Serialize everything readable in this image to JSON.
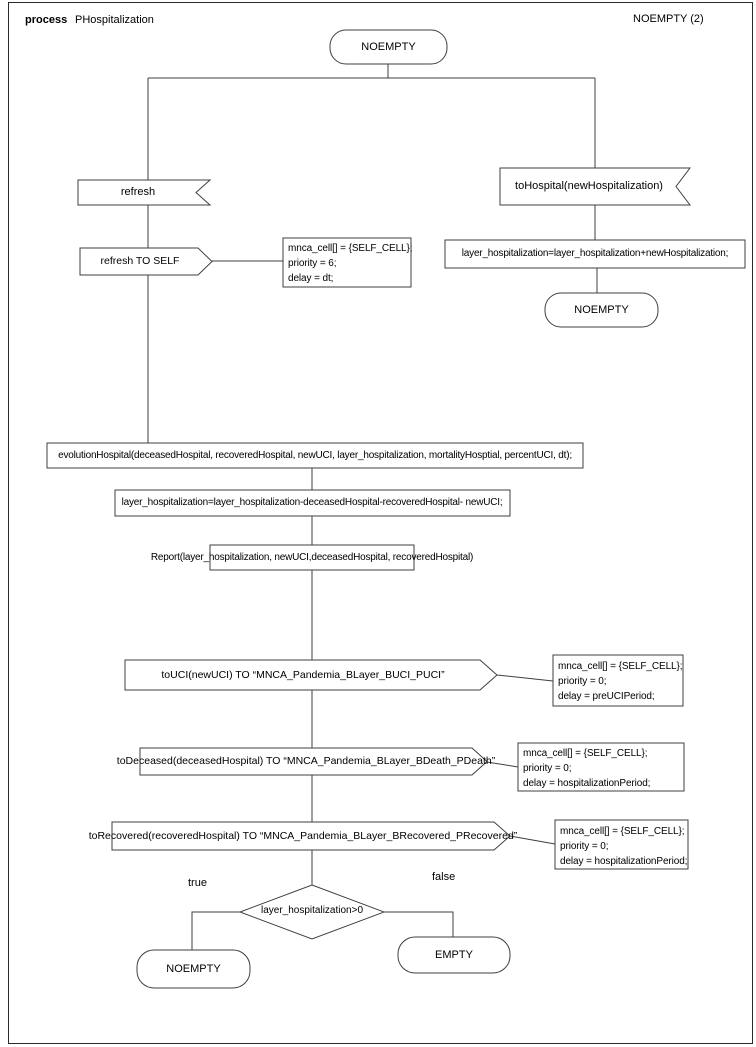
{
  "header": {
    "kind_label": "process",
    "title": "PHospitalization",
    "corner_label": "NOEMPTY (2)"
  },
  "colors": {
    "line": "#3f3f3f",
    "background": "#ffffff"
  },
  "states": {
    "top": "NOEMPTY",
    "right": "NOEMPTY",
    "bottom_left": "NOEMPTY",
    "bottom_right": "EMPTY"
  },
  "receives": {
    "refresh": "refresh",
    "tohospital": "toHospital(newHospitalization)"
  },
  "sends": {
    "refresh_self": "refresh TO SELF",
    "touci": "toUCI(newUCI) TO “MNCA_Pandemia_BLayer_BUCI_PUCI”",
    "todeceased": "toDeceased(deceasedHospital) TO “MNCA_Pandemia_BLayer_BDeath_PDeath”",
    "torecovered": "toRecovered(recoveredHospital) TO “MNCA_Pandemia_BLayer_BRecovered_PRecovered”"
  },
  "actions": {
    "hosp_plus": "layer_hospitalization=layer_hospitalization+newHospitalization;",
    "evolution": "evolutionHospital(deceasedHospital, recoveredHospital, newUCI, layer_hospitalization, mortalityHosptial, percentUCI, dt);",
    "hosp_minus": "layer_hospitalization=layer_hospitalization-deceasedHospital-recoveredHospital- newUCI;",
    "report": "Report(layer_hospitalization, newUCI,deceasedHospital, recoveredHospital)"
  },
  "notes": {
    "refresh": {
      "lines": [
        "mnca_cell[] = {SELF_CELL};",
        "priority = 6;",
        "delay = dt;"
      ]
    },
    "touci": {
      "lines": [
        "mnca_cell[] = {SELF_CELL};",
        "priority = 0;",
        "delay = preUCIPeriod;"
      ]
    },
    "todeceased": {
      "lines": [
        "mnca_cell[] = {SELF_CELL};",
        "priority = 0;",
        "delay = hospitalizationPeriod;"
      ]
    },
    "torecovered": {
      "lines": [
        "mnca_cell[] = {SELF_CELL};",
        "priority = 0;",
        "delay = hospitalizationPeriod;"
      ]
    }
  },
  "decision": {
    "condition": "layer_hospitalization>0",
    "true_label": "true",
    "false_label": "false"
  }
}
